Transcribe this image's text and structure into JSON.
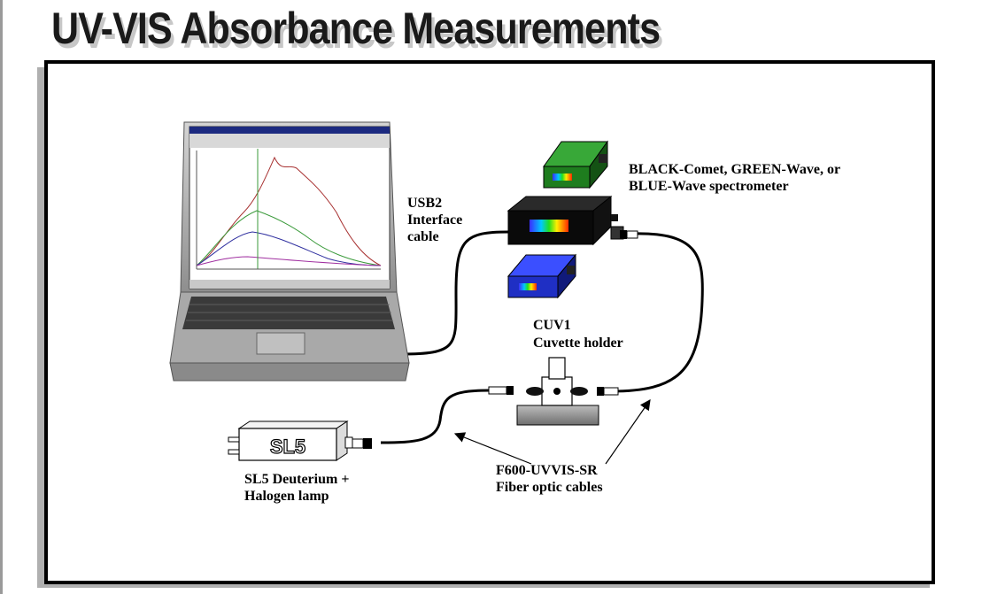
{
  "title": "UV-VIS Absorbance Measurements",
  "labels": {
    "spectrometer_line1": "BLACK-Comet, GREEN-Wave, or",
    "spectrometer_line2": "BLUE-Wave spectrometer",
    "usb_line1": "USB2",
    "usb_line2": "Interface",
    "usb_line3": "cable",
    "cuvette_line1": "CUV1",
    "cuvette_line2": "Cuvette holder",
    "fiber_line1": "F600-UVVIS-SR",
    "fiber_line2": "Fiber optic cables",
    "lamp_line1": "SL5 Deuterium +",
    "lamp_line2": "Halogen lamp"
  },
  "lamp_badge": "SL5",
  "icons": [
    "laptop-icon",
    "spectrometer-black-icon",
    "spectrometer-green-icon",
    "spectrometer-blue-icon",
    "cuvette-holder-icon",
    "lamp-icon"
  ],
  "colors": {
    "green_unit": "#1e7d1e",
    "blue_unit": "#1f2fc4",
    "black_unit": "#0a0a0a",
    "cable": "#000000"
  }
}
